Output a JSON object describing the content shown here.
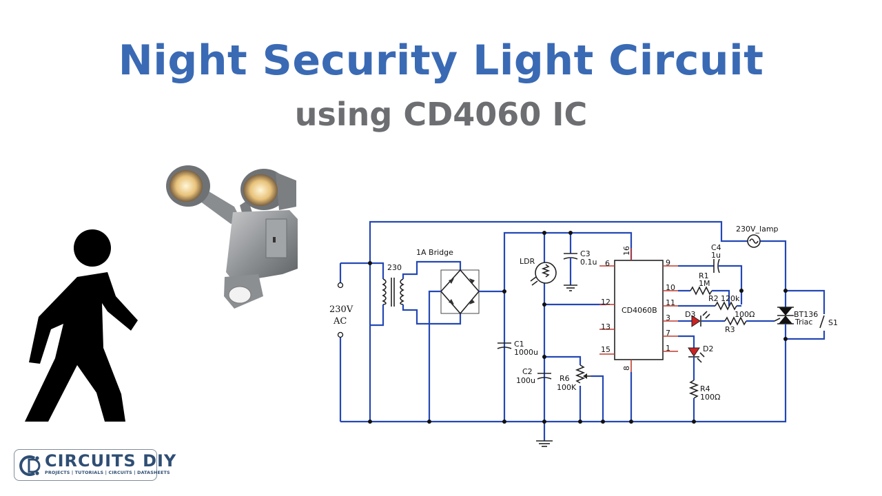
{
  "header": {
    "title": "Night Security Light Circuit",
    "subtitle": "using CD4060 IC"
  },
  "logo": {
    "name": "CIRCUITS DIY",
    "tagline": "PROJECTS | TUTORIALS | CIRCUITS | DATASHEETS"
  },
  "colors": {
    "title": "#3a6ab4",
    "subtitle": "#6d6e71",
    "wire": "#2347b4",
    "lead": "#c0392b"
  },
  "schematic": {
    "source_label": "230V",
    "source_label2": "AC",
    "transformer": "230",
    "bridge": "1A Bridge",
    "c1": {
      "ref": "C1",
      "value": "1000u"
    },
    "c2": {
      "ref": "C2",
      "value": "100u"
    },
    "c3": {
      "ref": "C3",
      "value": "0.1u"
    },
    "c4": {
      "ref": "C4",
      "value": "1u"
    },
    "ldr": "LDR",
    "r6": {
      "ref": "R6",
      "value": "100K"
    },
    "ic": "CD4060B",
    "pins": {
      "p6": "6",
      "p12": "12",
      "p13": "13",
      "p15": "15",
      "p16": "16",
      "p8": "8",
      "p9": "9",
      "p10": "10",
      "p11": "11",
      "p3": "3",
      "p7": "7",
      "p1": "1"
    },
    "r1": {
      "ref": "R1",
      "value": "1M"
    },
    "r2": {
      "ref": "R2",
      "value": "120k"
    },
    "d3": "D3",
    "r3": {
      "ref": "R3",
      "value": "100Ω"
    },
    "d2": "D2",
    "r4": {
      "ref": "R4",
      "value": "100Ω"
    },
    "lamp": "230V_lamp",
    "triac": {
      "ref": "BT136",
      "value": "Triac"
    },
    "s1": "S1"
  }
}
